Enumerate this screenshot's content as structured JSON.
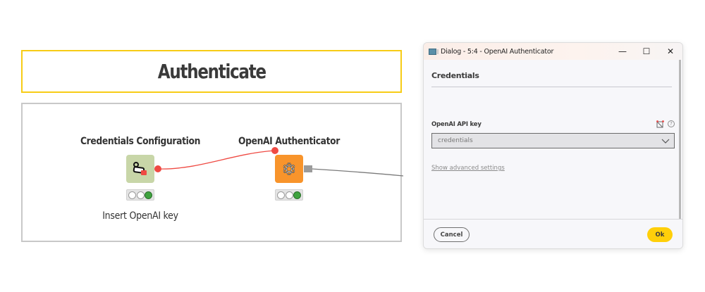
{
  "workflow": {
    "annotation_title": "Authenticate",
    "nodes": [
      {
        "title": "Credentials Configuration",
        "caption": "Insert OpenAI key",
        "icon": "credentials-icon",
        "color": "#c8d6a8",
        "status": [
          "idle",
          "idle",
          "executed"
        ]
      },
      {
        "title": "OpenAI Authenticator",
        "caption": "",
        "icon": "openai-logo-icon",
        "color": "#f8942b",
        "status": [
          "idle",
          "idle",
          "executed"
        ]
      }
    ],
    "colors": {
      "annotation_border": "#f7cc16",
      "flow_variable_connection": "#ef4a43",
      "data_connection": "#7a7a7a",
      "status_green": "#3fa33f"
    }
  },
  "dialog": {
    "window_title": "Dialog - 5:4 - OpenAI Authenticator",
    "window_controls": {
      "minimize": "—",
      "maximize": "☐",
      "close": "✕"
    },
    "section_title": "Credentials",
    "field": {
      "label": "OpenAI API key",
      "value": "credentials",
      "flow_variable_icon": "flow-variable-icon",
      "help_icon": "?"
    },
    "advanced_link": "Show advanced settings",
    "buttons": {
      "cancel": "Cancel",
      "ok": "Ok"
    },
    "colors": {
      "ok_button": "#ffcf0a"
    }
  }
}
